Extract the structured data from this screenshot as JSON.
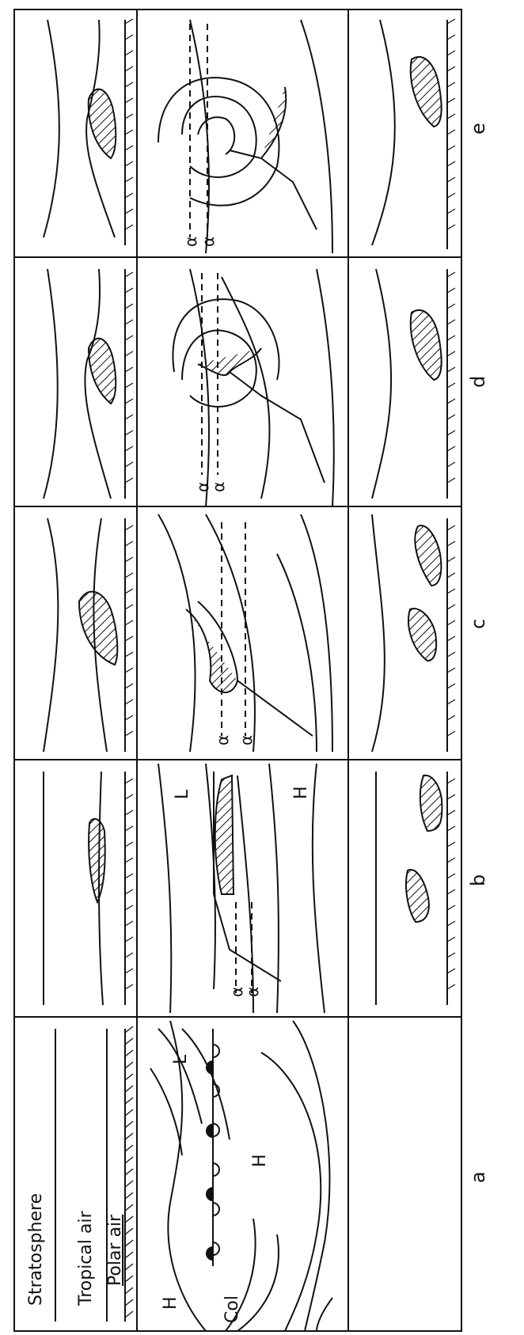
{
  "stage_labels": [
    "a",
    "b",
    "c",
    "d",
    "e"
  ],
  "vertical_section_labels": {
    "stratosphere": "Stratosphere",
    "tropical_air": "Tropical air",
    "polar_air": "Polar air"
  },
  "pressure_labels": {
    "high": "H",
    "low": "L",
    "col": "Col"
  },
  "isobar_symbol": "α",
  "colors": {
    "ink": "#111111",
    "paper": "#ffffff"
  }
}
